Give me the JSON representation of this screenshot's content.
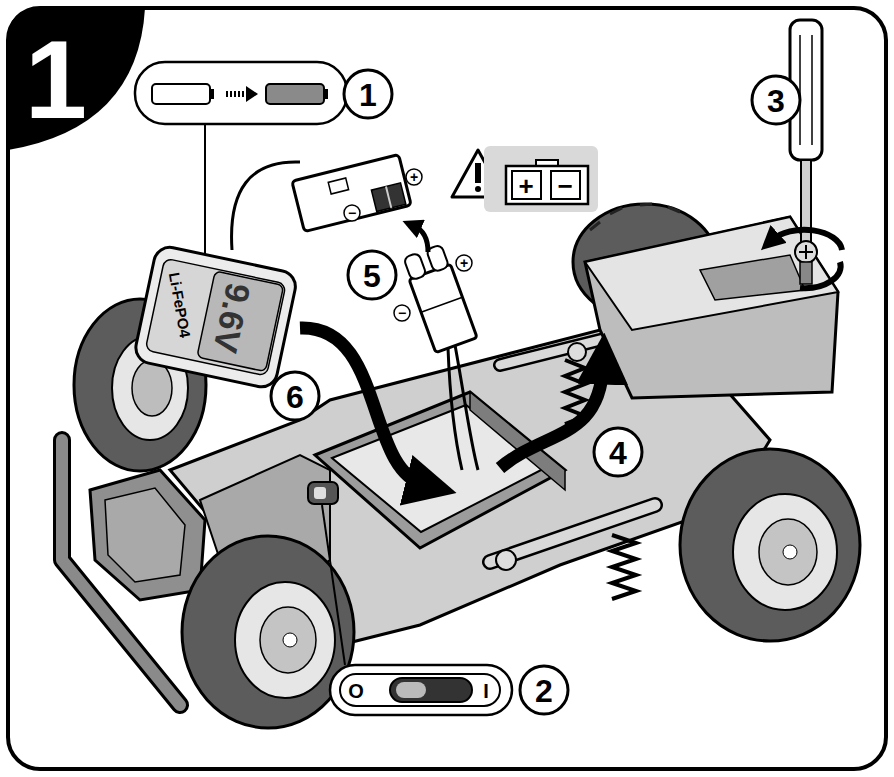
{
  "diagram": {
    "labels": [
      "1",
      "1",
      "+",
      "−",
      "+",
      "−",
      "3",
      "5",
      "+",
      "−",
      "Li-FePO4",
      "9.6V",
      "6",
      "4",
      "O",
      "I",
      "2"
    ]
  }
}
